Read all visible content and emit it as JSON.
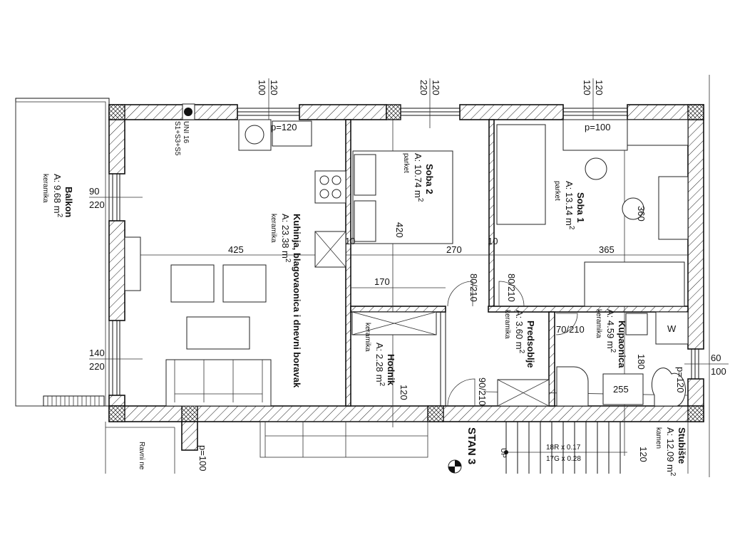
{
  "plan": {
    "title": "STAN 3",
    "rooms": {
      "balkon": {
        "name": "Balkon",
        "area": "A: 9.68  m",
        "floor": "keramika"
      },
      "kuhinja": {
        "name": "Kuhinja, blagovaonica i dnevni boravak",
        "area": "A: 23.38  m",
        "floor": "keramika"
      },
      "soba2": {
        "name": "Soba 2",
        "area": "A: 10.74  m",
        "floor": "parket"
      },
      "soba1": {
        "name": "Soba 1",
        "area": "A: 13.14  m",
        "floor": "parket"
      },
      "hodnik": {
        "name": "Hodnik",
        "area": "A: 2.28  m",
        "floor": "keramika"
      },
      "predsoblje": {
        "name": "Predsoblje",
        "area": "A: 3.60  m",
        "floor": "keramika"
      },
      "kupaonica": {
        "name": "Kupaonica",
        "area": "A: 4.59  m",
        "floor": "keramika"
      },
      "stubiste": {
        "name": "Stubište",
        "area": "A: 12.09  m",
        "floor": "kamen"
      },
      "ravni": {
        "name": "Ravni ne"
      }
    },
    "sup2": "2",
    "chimney": {
      "line1": "UNI 16",
      "line2": "S1+S3+S5"
    },
    "windows": {
      "w1": {
        "top": "100",
        "bottom": "120"
      },
      "w2": {
        "top": "220",
        "bottom": "120"
      },
      "w3": {
        "top": "120",
        "bottom": "120"
      },
      "w4": {
        "top": "90",
        "bottom": "220"
      },
      "w5": {
        "top": "140",
        "bottom": "220"
      },
      "w6": {
        "top": "60",
        "bottom": "100"
      }
    },
    "parapets": {
      "p1": "p=120",
      "p2": "p=100",
      "p3": "p=120",
      "p4": "p=100"
    },
    "dimensions": {
      "d425": "425",
      "d270": "270",
      "d365": "365",
      "d170": "170",
      "d420": "420",
      "d360": "360",
      "d120a": "120",
      "d180": "180",
      "d120b": "120",
      "d10": "10",
      "d255": "255"
    },
    "doors": {
      "d1": "80/210",
      "d2": "80/210",
      "d3": "70/210",
      "d4": "90/210"
    },
    "stairs": {
      "up": "UP",
      "risers": "18R x 0.17",
      "treads": "17G x 0.28"
    },
    "washer": "W"
  }
}
